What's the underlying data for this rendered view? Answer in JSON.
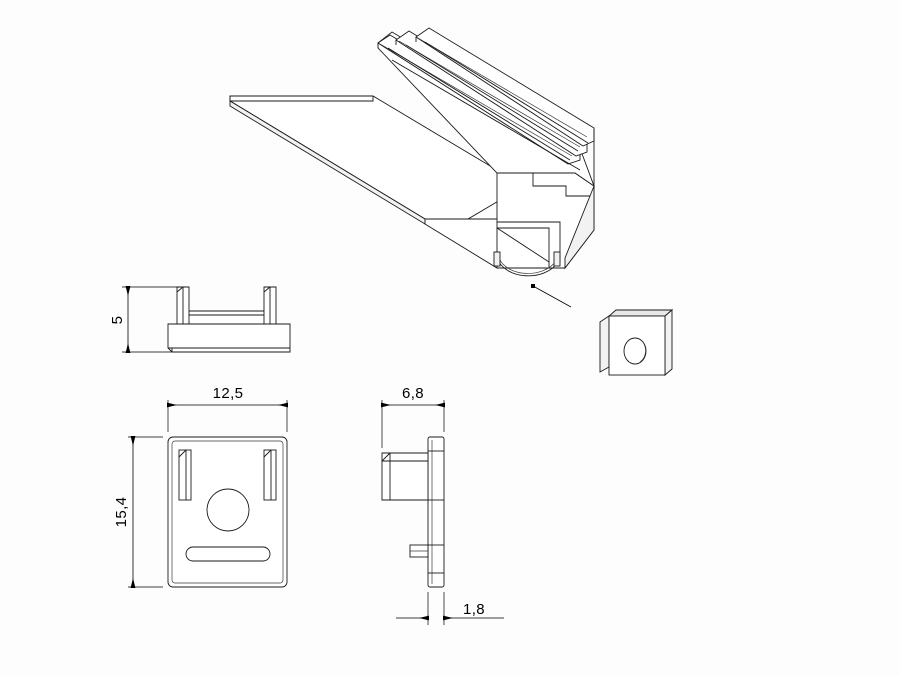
{
  "drawing": {
    "title": "LED profile end cap technical drawing",
    "background_color": "#fdfdfd",
    "line_color": "#1a1a1a",
    "units": "mm",
    "decimal_separator": "comma"
  },
  "dimensions": {
    "height_small": "5",
    "width_front": "12,5",
    "height_front": "15,4",
    "depth_side": "6,8",
    "thickness_plate": "1,8"
  },
  "views": [
    {
      "name": "isometric-assembly",
      "label": "",
      "description": "Aluminium LED profile extrusion shown in isometric projection with finned top surface, angled wing and diffuser lens channel"
    },
    {
      "name": "endcap-profile-view",
      "label": "",
      "description": "End cap seen edge on with two upright tabs, dimension 5"
    },
    {
      "name": "endcap-front-view",
      "label": "",
      "description": "End cap front elevation with two tab slots, centre circular hole and lower oblong slot"
    },
    {
      "name": "endcap-side-view",
      "label": "",
      "description": "End cap side elevation showing body plate and projecting tab"
    },
    {
      "name": "endcap-isometric",
      "label": "",
      "description": "End cap isometric pictorial with circular hole"
    }
  ],
  "annotations": {
    "leader_from": "profile-diffuser-channel",
    "leader_to": "endcap-isometric"
  }
}
